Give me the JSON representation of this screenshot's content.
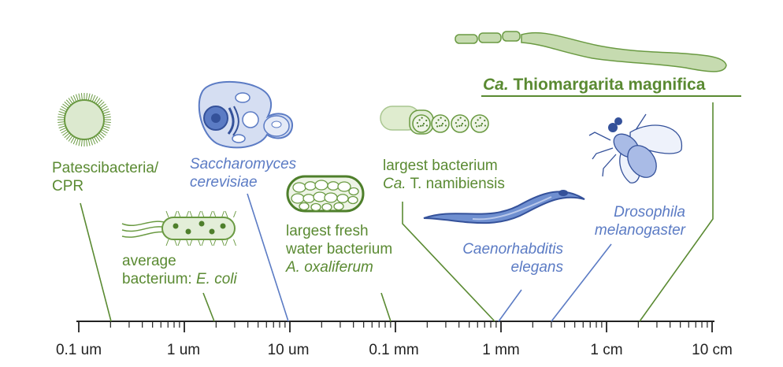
{
  "scale": {
    "ticks": [
      "0.1 um",
      "1 um",
      "10 um",
      "0.1 mm",
      "1 mm",
      "1 cm",
      "10 cm"
    ]
  },
  "organisms": {
    "patescibacteria": {
      "line1": "Patescibacteria/",
      "line2": "CPR"
    },
    "ecoli": {
      "line1": "average",
      "line2_prefix": "bacterium: ",
      "line2_italic": "E. coli"
    },
    "saccharomyces": {
      "line1": "Saccharomyces",
      "line2": "cerevisiae"
    },
    "oxaliferum": {
      "line1": "largest fresh",
      "line2": "water bacterium",
      "line3": "A. oxaliferum"
    },
    "namibiensis": {
      "line1": "largest bacterium",
      "line2_italic": "Ca.",
      "line2_rest": " T. namibiensis"
    },
    "elegans": {
      "line1": "Caenorhabditis",
      "line2": "elegans"
    },
    "drosophila": {
      "line1": "Drosophila",
      "line2": "melanogaster"
    },
    "magnifica": {
      "italic": "Ca.",
      "rest": " Thiomargarita magnifica"
    }
  },
  "colors": {
    "bacteria": "#5a8a32",
    "eukaryote": "#5b7bc4",
    "axis": "#222222"
  }
}
